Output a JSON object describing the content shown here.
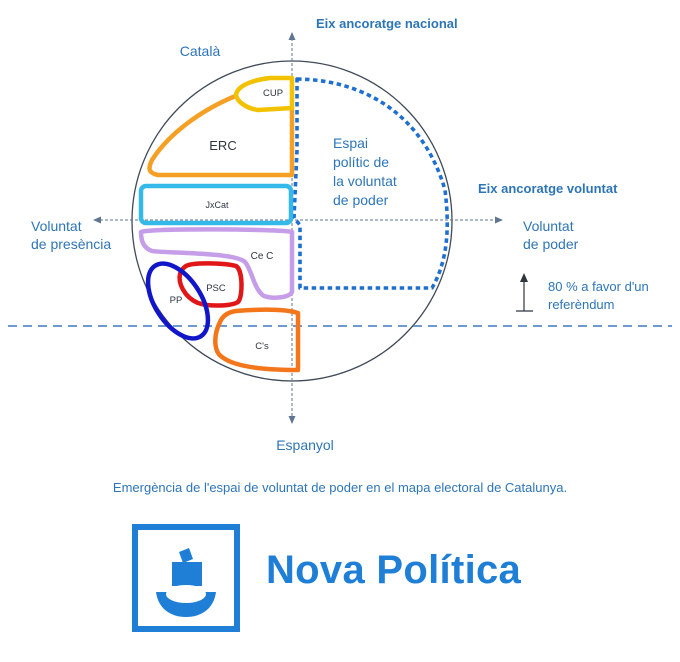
{
  "axes": {
    "vertical_axis_title": "Eix ancoratge nacional",
    "horizontal_axis_title": "Eix ancoratge voluntat",
    "top_pole": "Català",
    "bottom_pole": "Espanyol",
    "left_pole_line1": "Voluntat",
    "left_pole_line2": "de presència",
    "right_pole_line1": "Voluntat",
    "right_pole_line2": "de poder"
  },
  "threshold": {
    "line1": "80 % a favor d'un",
    "line2": "referèndum"
  },
  "zone": {
    "line1": "Espai",
    "line2": "polític de",
    "line3": "la voluntat",
    "line4": "de poder"
  },
  "parties": {
    "cup": "CUP",
    "erc": "ERC",
    "jxcat": "JxCat",
    "cec": "Ce C",
    "psc": "PSC",
    "pp": "PP",
    "cs": "C's"
  },
  "colors": {
    "cup": "#f2c200",
    "erc": "#f5a025",
    "jxcat": "#35b9e8",
    "cec": "#c59de8",
    "psc": "#e11717",
    "pp": "#1216c9",
    "cs": "#f3761b",
    "axis": "#6a87a8",
    "dotted": "#1f6fd1",
    "brand": "#1f7fd6"
  },
  "caption": "Emergència de l'espai de voluntat de poder en el mapa electoral de Catalunya.",
  "brand": {
    "name": "Nova Política",
    "logo": "ballot-box-boat-logo"
  }
}
